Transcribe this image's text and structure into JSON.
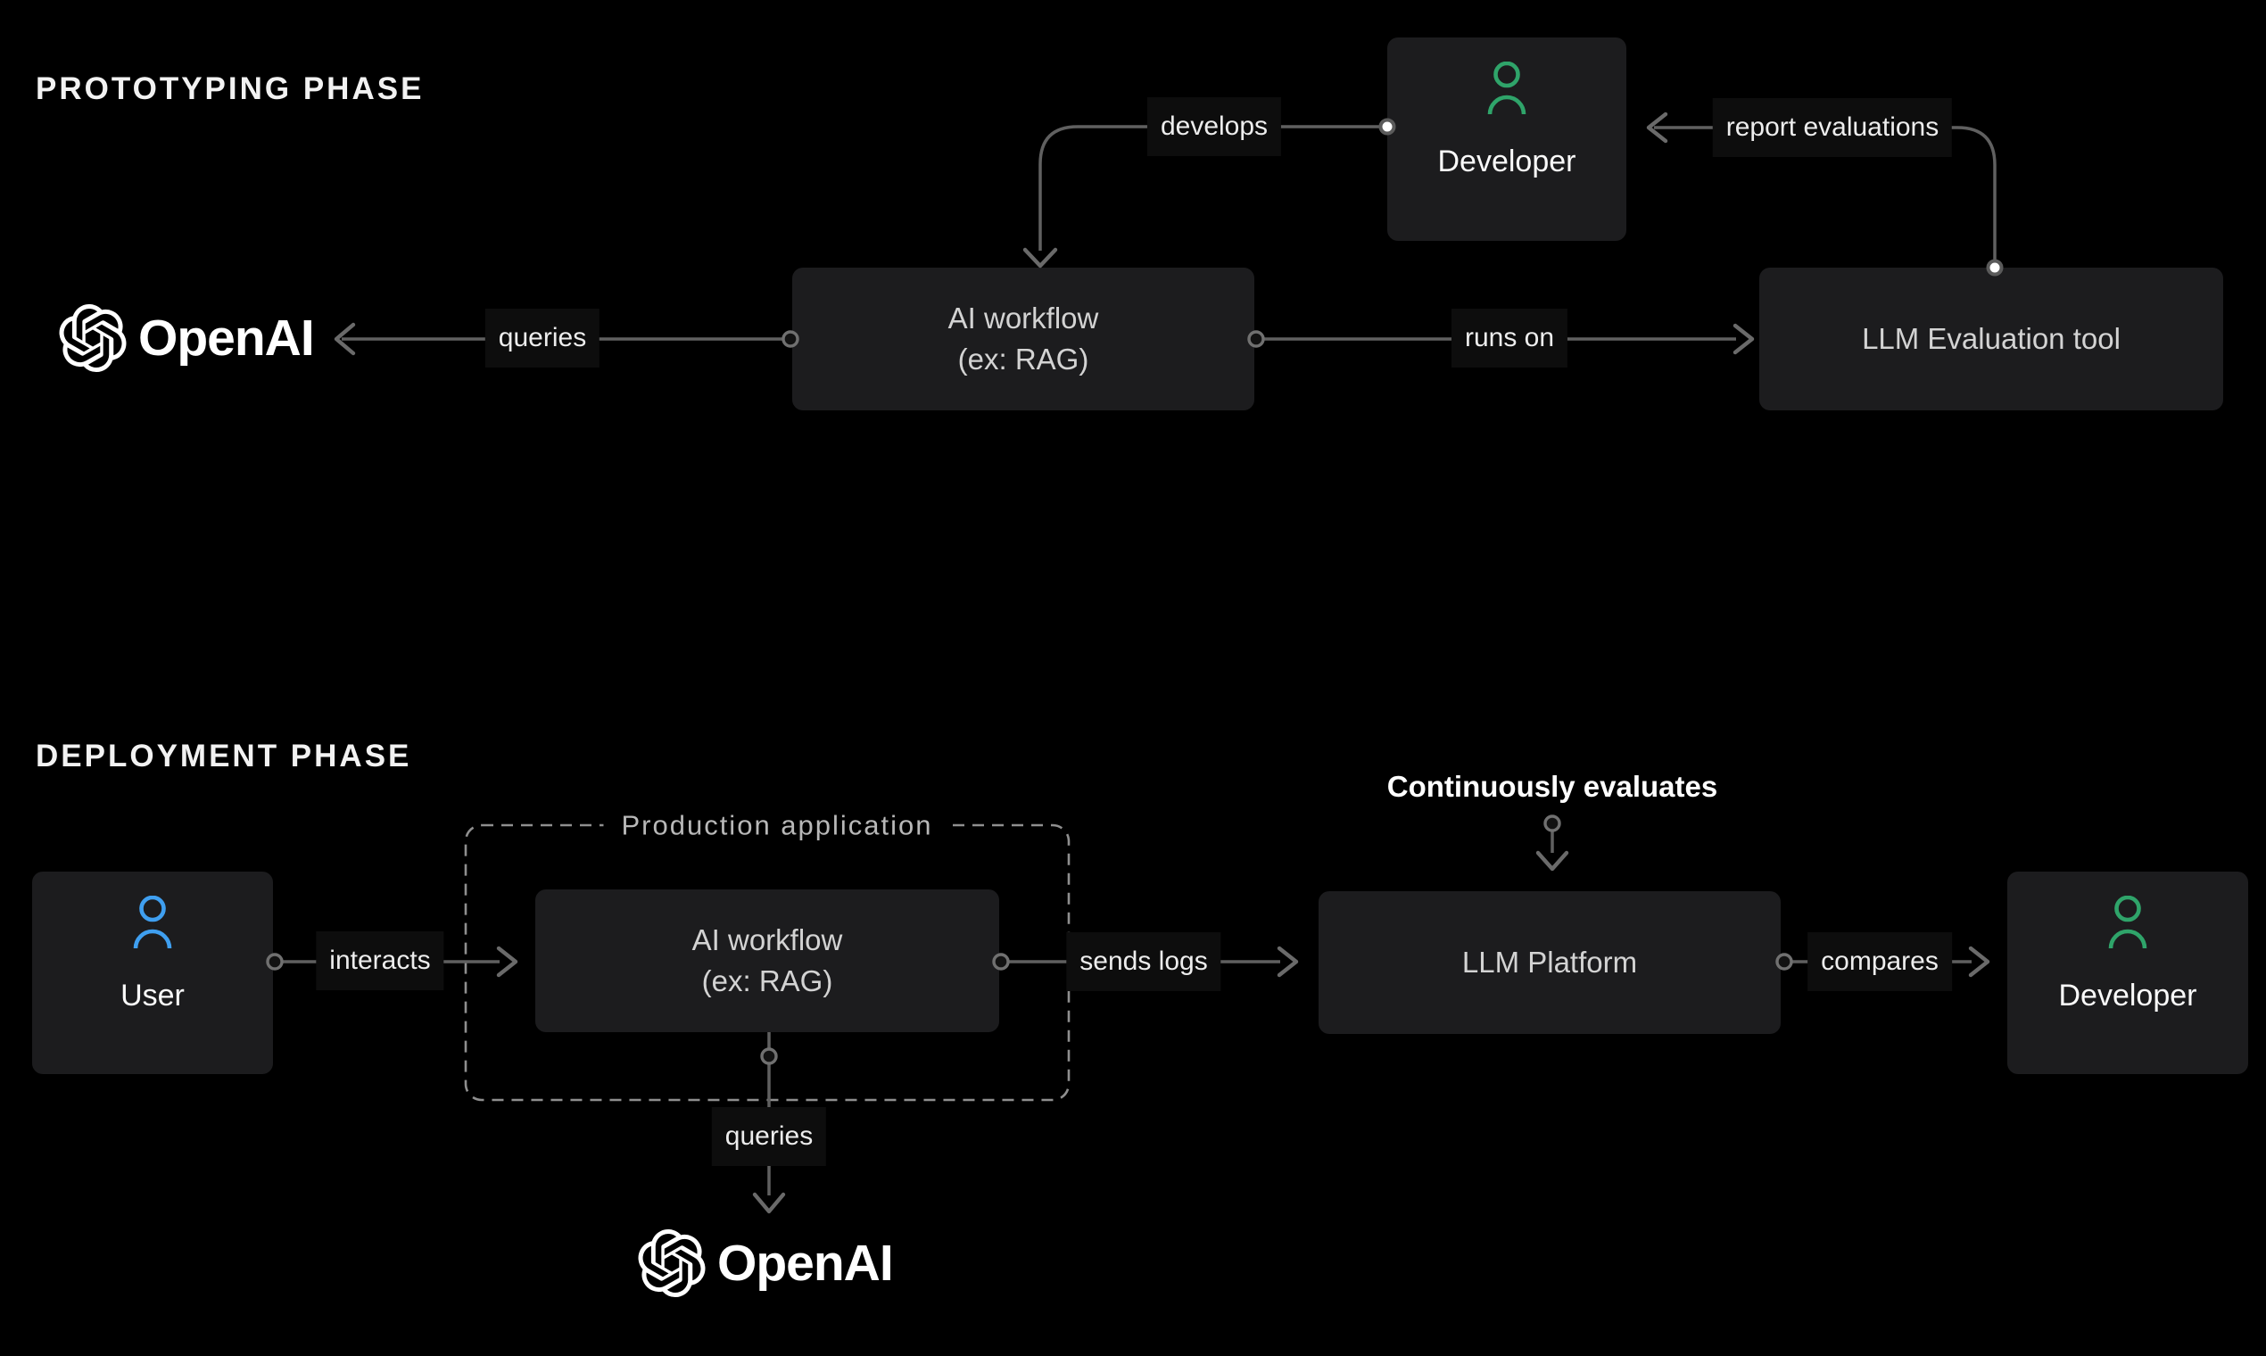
{
  "colors": {
    "background": "#000000",
    "node_background": "#1c1c1e",
    "label_background": "#0d0d0d",
    "wire_gray": "#606060",
    "dashed_border_gray": "#8f8f8f",
    "developer_green": "#2fa46a",
    "user_blue": "#3f9ff0",
    "text_white": "#ffffff",
    "text_muted": "#b8b8b8"
  },
  "icons": {
    "openai_logo": "openai-logo-icon",
    "developer_person": "person-icon-green",
    "user_person": "person-icon-blue"
  },
  "sections": {
    "prototyping": {
      "title": "PROTOTYPING PHASE",
      "nodes": {
        "openai_wordmark": "OpenAI",
        "developer": "Developer",
        "ai_workflow_line1": "AI workflow",
        "ai_workflow_line2": "(ex: RAG)",
        "llm_evaluation_tool": "LLM Evaluation tool"
      },
      "edges": {
        "develops": "develops",
        "queries": "queries",
        "runs_on": "runs on",
        "report_evaluations": "report evaluations"
      }
    },
    "deployment": {
      "title": "DEPLOYMENT PHASE",
      "nodes": {
        "user": "User",
        "production_application": "Production application",
        "ai_workflow_line1": "AI workflow",
        "ai_workflow_line2": "(ex: RAG)",
        "llm_platform": "LLM Platform",
        "developer": "Developer",
        "openai_wordmark": "OpenAI"
      },
      "edges": {
        "interacts": "interacts",
        "sends_logs": "sends logs",
        "continuously_evaluates": "Continuously evaluates",
        "compares": "compares",
        "queries": "queries"
      }
    }
  }
}
